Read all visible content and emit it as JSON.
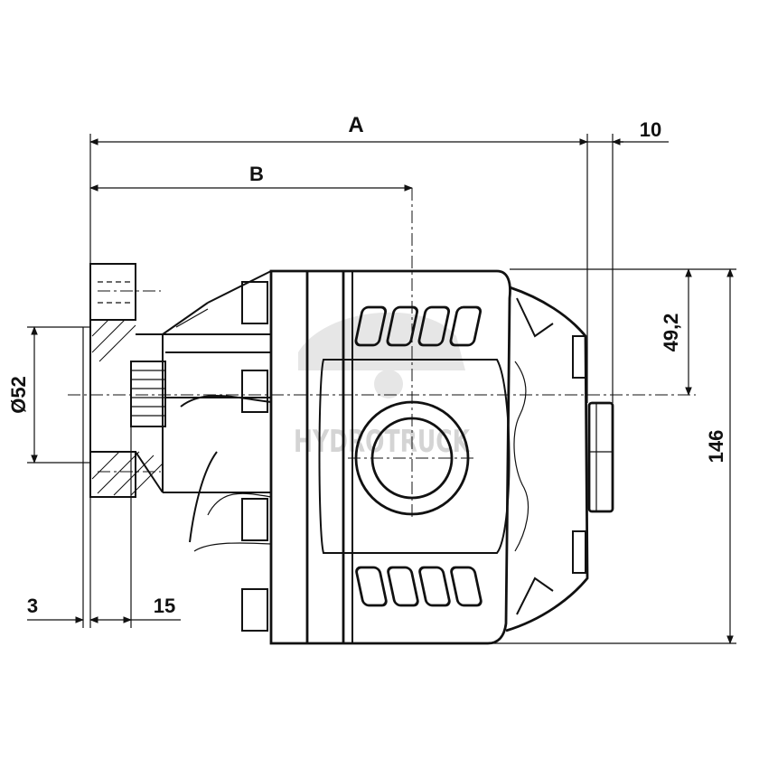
{
  "dimensions": {
    "A": "A",
    "B": "B",
    "ten": "10",
    "dia": "Ø52",
    "h49": "49,2",
    "h146": "146",
    "three": "3",
    "fifteen": "15"
  },
  "watermark": {
    "text": "HYDROTRUCK"
  }
}
